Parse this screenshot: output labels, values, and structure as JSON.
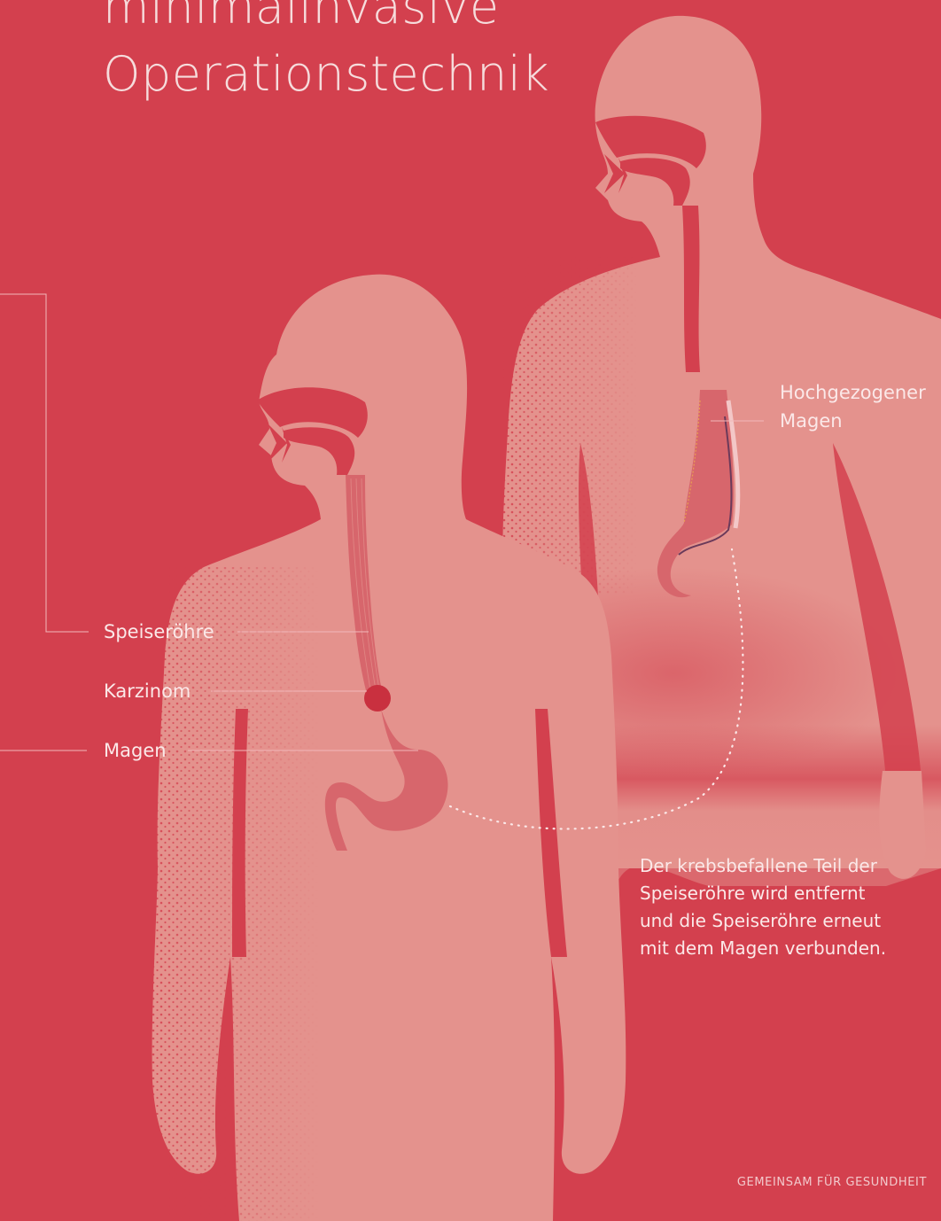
{
  "title": {
    "line1": "minimalinvasive",
    "line2": "Operationstechnik"
  },
  "labels": {
    "speiseroehre": "Speiseröhre",
    "karzinom": "Karzinom",
    "magen": "Magen",
    "hochgezogener_line1": "Hochgezogener",
    "hochgezogener_line2": "Magen"
  },
  "description": {
    "line1": "Der krebsbefallene Teil der",
    "line2": "Speiseröhre wird entfernt",
    "line3": "und die Speiseröhre erneut",
    "line4": "mit dem Magen verbunden."
  },
  "footer": "GEMEINSAM FÜR GESUNDHEIT",
  "colors": {
    "background": "#d3404e",
    "body_fill": "#e4928d",
    "organ": "#d7666c",
    "label_text": "#fbe8e8"
  },
  "icons": [
    "human-silhouette-before",
    "human-silhouette-after",
    "esophagus-icon",
    "stomach-icon",
    "carcinoma-icon",
    "lifted-stomach-icon"
  ]
}
